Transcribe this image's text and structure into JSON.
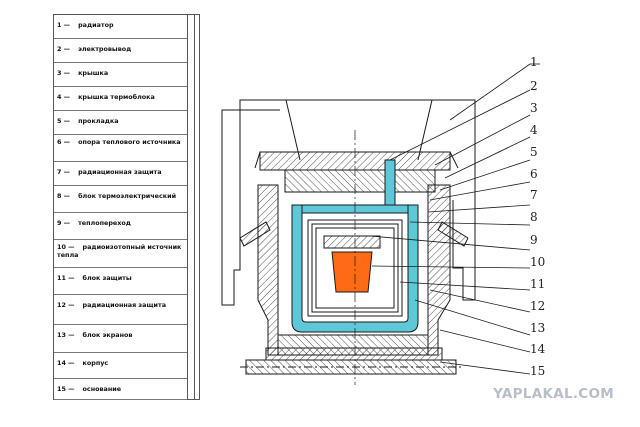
{
  "legend": [
    {
      "num": "1 —",
      "label": "радиатор"
    },
    {
      "num": "2 —",
      "label": "электровывод"
    },
    {
      "num": "3 —",
      "label": "крышка"
    },
    {
      "num": "4 —",
      "label": "крышка термоблока"
    },
    {
      "num": "5 —",
      "label": "прокладка"
    },
    {
      "num": "6 —",
      "label": "опора теплового источника"
    },
    {
      "num": "7 —",
      "label": "радиационная защита"
    },
    {
      "num": "8 —",
      "label": "блок термоэлектрический"
    },
    {
      "num": "9 —",
      "label": "теплопереход"
    },
    {
      "num": "10 —",
      "label": "радиоизотопный источник тепла"
    },
    {
      "num": "11 —",
      "label": "блок защиты"
    },
    {
      "num": "12 —",
      "label": "радиационная защита"
    },
    {
      "num": "13 —",
      "label": "блок экранов"
    },
    {
      "num": "14 —",
      "label": "корпус"
    },
    {
      "num": "15 —",
      "label": "основание"
    }
  ],
  "callouts": [
    "1",
    "2",
    "3",
    "4",
    "5",
    "6",
    "7",
    "8",
    "9",
    "10",
    "11",
    "12",
    "13",
    "14",
    "15"
  ],
  "watermark": "YAPLAKAL.COM",
  "colors": {
    "coolant": "#5ec8d8",
    "heat_source": "#ff6a14",
    "line": "#1a1a1a"
  }
}
